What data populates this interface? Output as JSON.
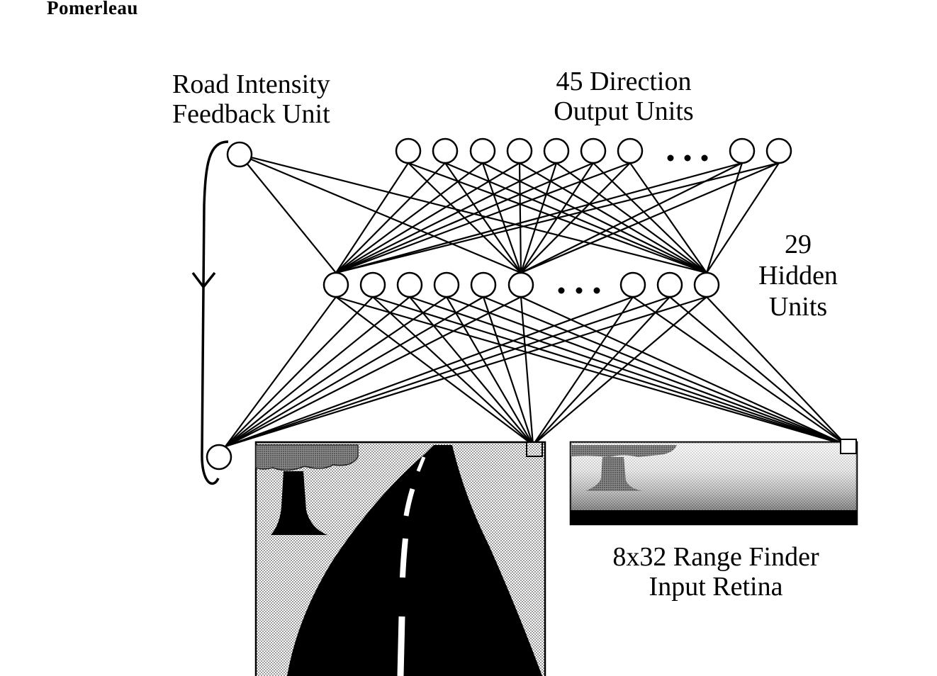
{
  "header": {
    "author": "Pomerleau"
  },
  "labels": {
    "feedback_line1": "Road Intensity",
    "feedback_line2": "Feedback Unit",
    "output_line1": "45 Direction",
    "output_line2": "Output Units",
    "hidden_line1": "29",
    "hidden_line2": "Hidden",
    "hidden_line3": "Units",
    "retina_line1": "8x32 Range Finder",
    "retina_line2": "Input Retina",
    "ellipsis": "• • •"
  },
  "network": {
    "output_units_count": 45,
    "hidden_units_count": 29,
    "range_finder_retina": "8x32"
  },
  "colors": {
    "line": "#000000",
    "node_fill": "#ffffff",
    "road": "#000000",
    "stipple": "#9a9a9a"
  }
}
